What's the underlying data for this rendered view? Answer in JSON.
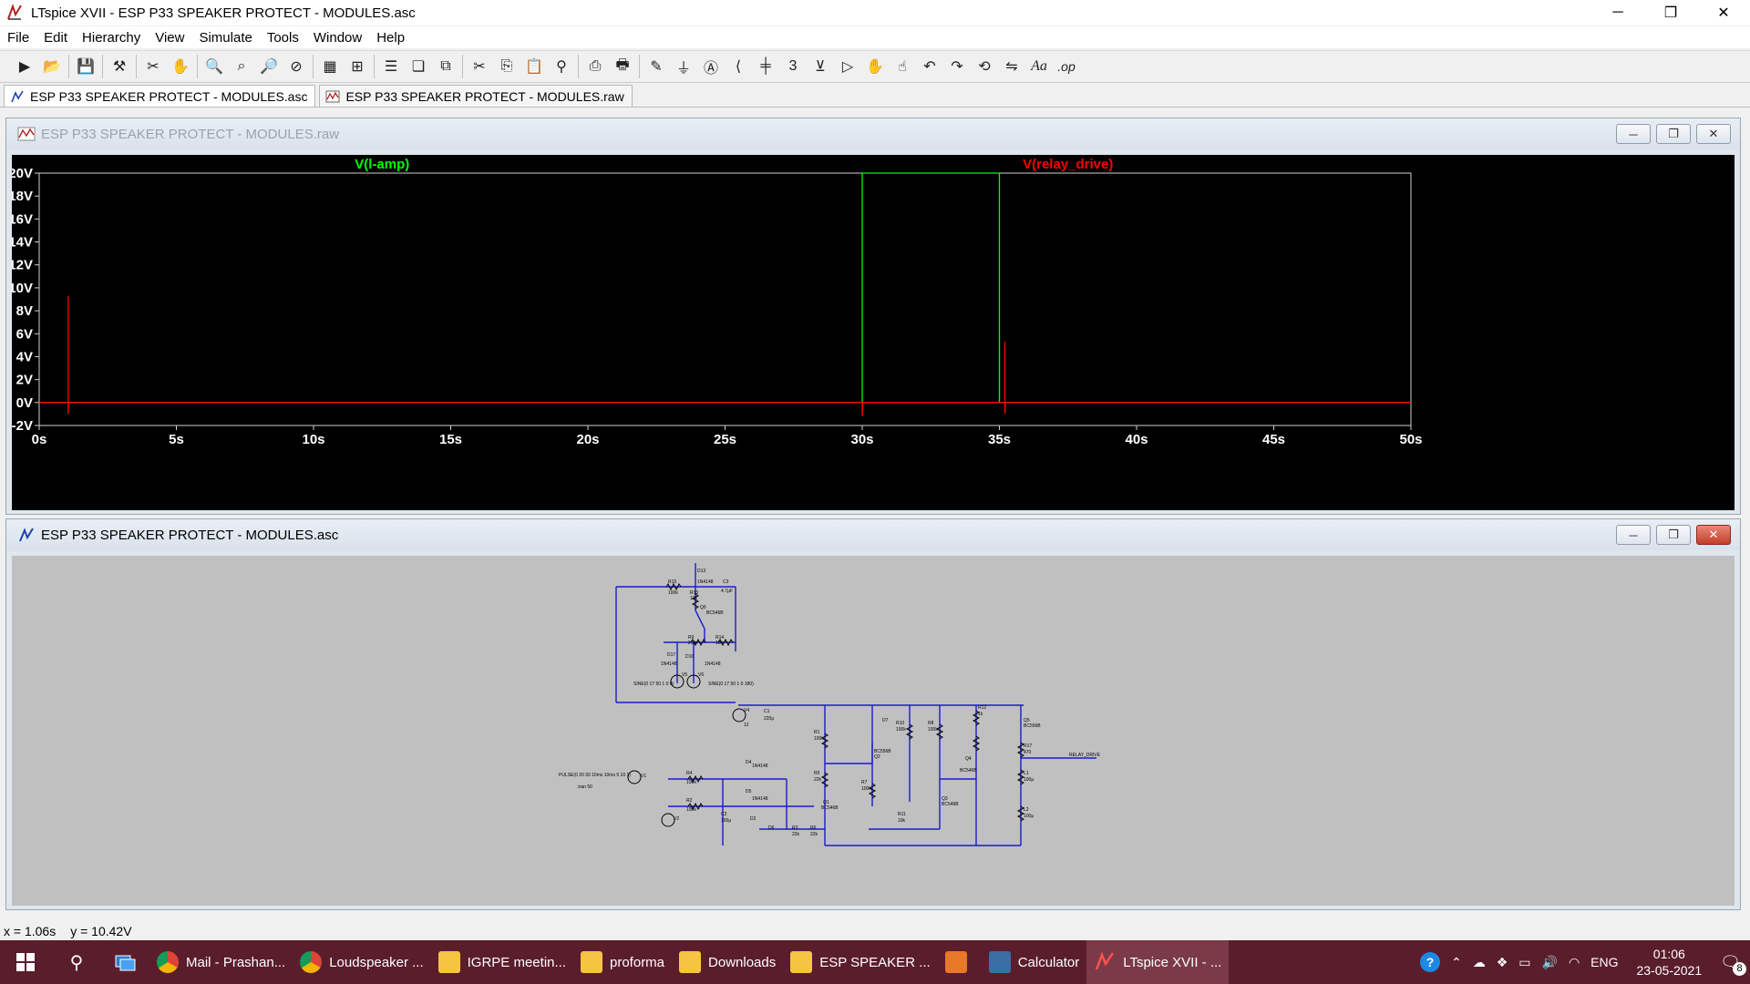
{
  "window": {
    "title": "LTspice XVII - ESP P33 SPEAKER PROTECT - MODULES.asc",
    "minimize": "─",
    "restore": "❐",
    "close": "✕"
  },
  "menu": [
    "File",
    "Edit",
    "Hierarchy",
    "View",
    "Simulate",
    "Tools",
    "Window",
    "Help"
  ],
  "toolbar": {
    "icons": [
      "run-icon",
      "open-icon",
      "save-icon",
      "control-panel-icon",
      "halt-icon",
      "pan-icon",
      "zoom-in-icon",
      "zoom-box-icon",
      "zoom-out-icon",
      "zoom-fit-icon",
      "autorange-icon",
      "grid-icon",
      "tile-horiz-icon",
      "cascade-icon",
      "tile-vert-icon",
      "cut-icon",
      "copy-icon",
      "paste-icon",
      "find-icon",
      "print-preview-icon",
      "print-icon",
      "draw-wire-icon",
      "ground-icon",
      "label-net-icon",
      "resistor-icon",
      "capacitor-icon",
      "inductor-icon",
      "diode-icon",
      "component-icon",
      "move-icon",
      "drag-icon",
      "undo-icon",
      "redo-icon",
      "rotate-icon",
      "mirror-icon",
      "text-icon",
      "spice-directive-icon"
    ],
    "text_glyph": "Aa",
    "op_glyph": ".op"
  },
  "tabs": [
    {
      "label": "ESP P33 SPEAKER PROTECT - MODULES.asc",
      "active": true
    },
    {
      "label": "ESP P33 SPEAKER PROTECT - MODULES.raw",
      "active": false
    }
  ],
  "plot_window": {
    "title": "ESP P33 SPEAKER PROTECT - MODULES.raw"
  },
  "schematic_window": {
    "title": "ESP P33 SPEAKER PROTECT - MODULES.asc"
  },
  "chart_data": {
    "type": "line",
    "title": "",
    "xlabel": "",
    "ylabel": "",
    "xlim": [
      0,
      50
    ],
    "ylim": [
      -2,
      20
    ],
    "x_ticks": [
      "0s",
      "5s",
      "10s",
      "15s",
      "20s",
      "25s",
      "30s",
      "35s",
      "40s",
      "45s",
      "50s"
    ],
    "y_ticks": [
      "20V",
      "18V",
      "16V",
      "14V",
      "12V",
      "10V",
      "8V",
      "6V",
      "4V",
      "2V",
      "0V",
      "-2V"
    ],
    "legend_placement": "top",
    "series": [
      {
        "name": "V(l-amp)",
        "color": "#00ff00",
        "points": [
          [
            0,
            0
          ],
          [
            30.0,
            0
          ],
          [
            30.0,
            20
          ],
          [
            35.0,
            20
          ],
          [
            35.0,
            0
          ],
          [
            50,
            0
          ]
        ]
      },
      {
        "name": "V(relay_drive)",
        "color": "#ff0000",
        "points": [
          [
            0,
            0
          ],
          [
            1.06,
            0
          ],
          [
            1.06,
            9.3
          ],
          [
            1.06,
            -1.0
          ],
          [
            1.07,
            0
          ],
          [
            30.0,
            0
          ],
          [
            30.0,
            -1.2
          ],
          [
            30.02,
            0
          ],
          [
            35.2,
            0
          ],
          [
            35.2,
            5.3
          ],
          [
            35.2,
            -1.0
          ],
          [
            35.22,
            0
          ],
          [
            50,
            0
          ]
        ]
      }
    ]
  },
  "schematic": {
    "labels": [
      "D13",
      "1N4148",
      "R15",
      "100k",
      "C3",
      "4.7μF",
      "R13",
      "10k",
      "Q6",
      "BC546B",
      "R9",
      "2.2k",
      "R14",
      "10k",
      "D17",
      "D16",
      "V5",
      "V6",
      "SINE(0 17 50 1 0 0)",
      "SINE(0 17 50 1 0 180)",
      "V4",
      "12",
      "C1",
      "220μ",
      "R1",
      "100k",
      "R5",
      "22k",
      "Q1",
      "BC546B",
      "Q2",
      "BC556B",
      "R7",
      "100k",
      "D7",
      "R10",
      "100k",
      "R8",
      "100k",
      "Q3",
      "BC546B",
      "R11",
      "10k",
      "R12",
      "1k",
      "Q5",
      "BC556B",
      "R17",
      "470",
      "L1",
      "100μ",
      "L2",
      "100μ",
      "Q4",
      "BC546B",
      "RELAY_DRIVE",
      "PULSE(0 20 30 10ms 10ms 5 10 1)",
      ".tran 50",
      "V1",
      "V2",
      "R4",
      "100k",
      "R2",
      "100k",
      "C2",
      "100μ",
      "D4",
      "D5",
      "D6",
      "D2",
      "R3",
      "22k",
      "R6",
      "22k",
      "1N4148"
    ]
  },
  "status": {
    "x": "x = 1.06s",
    "y": "y = 10.42V"
  },
  "taskbar": {
    "items": [
      {
        "label": "",
        "icon": "task-view-icon"
      },
      {
        "label": "Mail - Prashan...",
        "icon": "chrome-icon"
      },
      {
        "label": "Loudspeaker ...",
        "icon": "chrome-icon"
      },
      {
        "label": "IGRPE meetin...",
        "icon": "folder-icon"
      },
      {
        "label": "proforma",
        "icon": "folder-icon"
      },
      {
        "label": "Downloads",
        "icon": "folder-icon"
      },
      {
        "label": "ESP SPEAKER ...",
        "icon": "folder-icon"
      },
      {
        "label": "",
        "icon": "sublime-icon"
      },
      {
        "label": "Calculator",
        "icon": "calculator-icon"
      },
      {
        "label": "LTspice XVII - ...",
        "icon": "ltspice-icon"
      }
    ],
    "lang": "ENG",
    "time": "01:06",
    "date": "23-05-2021",
    "notif_count": "8"
  }
}
